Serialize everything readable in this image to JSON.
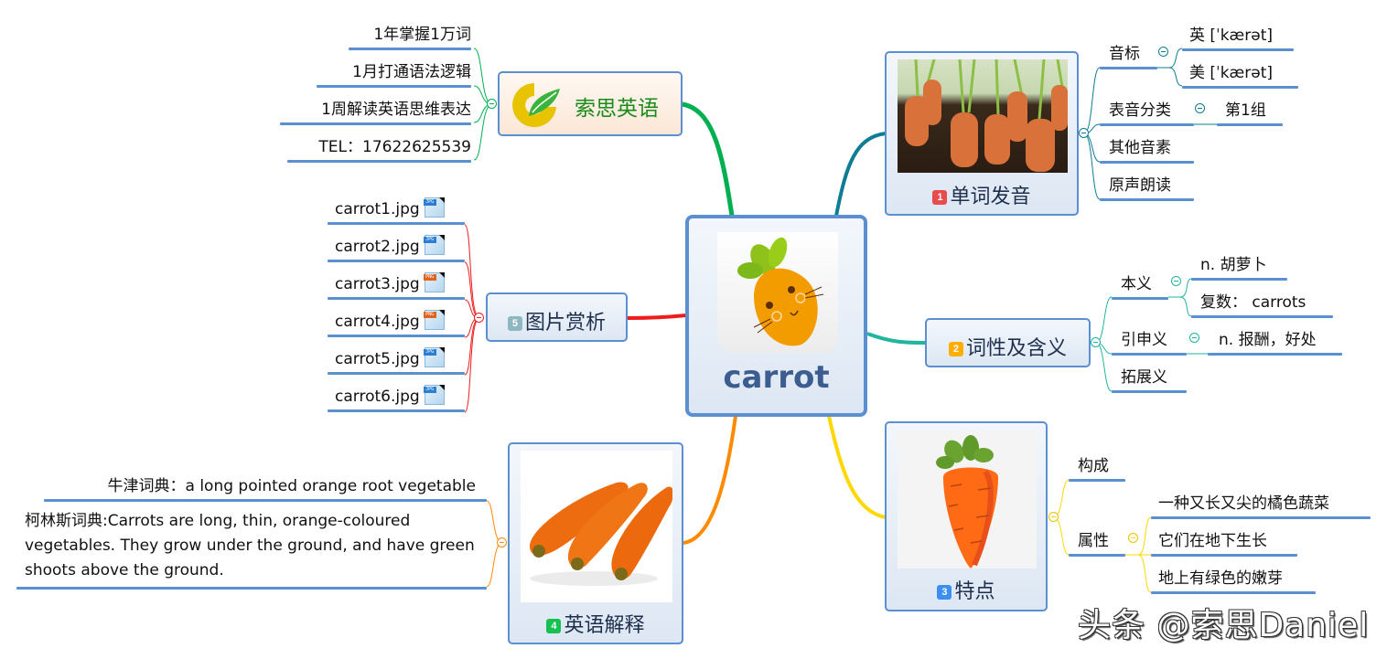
{
  "central": {
    "title": "carrot",
    "image": "cartoon-carrot-face"
  },
  "colors": {
    "node_border": "#5b8fd0",
    "branch_brand": "#00b050",
    "branch_1": "#0e7c94",
    "branch_2": "#1fb59e",
    "branch_3": "#ffd800",
    "branch_4": "#ff8a00",
    "branch_5": "#ee1c1c",
    "badge_1": "#e84c4c",
    "badge_2": "#ffae00",
    "badge_3": "#3b8ff0",
    "badge_4": "#14c151",
    "badge_5": "#8fb7c2",
    "brand_text": "#1a8a1a"
  },
  "brand": {
    "title": "索思英语",
    "icon": "brand-logo-leaf",
    "items": [
      "1年掌握1万词",
      "1月打通语法逻辑",
      "1周解读英语思维表达",
      "TEL：17622625539"
    ]
  },
  "topics": [
    {
      "num": "1",
      "title": "单词发音",
      "image": "carrots-in-soil-photo",
      "children": [
        {
          "label": "音标",
          "children": [
            "英 [ˈkærət]",
            "美 [ˈkærət]"
          ]
        },
        {
          "label": "表音分类",
          "children": [
            "第1组"
          ]
        },
        {
          "label": "其他音素"
        },
        {
          "label": "原声朗读"
        }
      ]
    },
    {
      "num": "2",
      "title": "词性及含义",
      "children": [
        {
          "label": "本义",
          "children": [
            "n. 胡萝卜",
            "复数： carrots"
          ]
        },
        {
          "label": "引申义",
          "children": [
            "n. 报酬，好处"
          ]
        },
        {
          "label": "拓展义"
        }
      ]
    },
    {
      "num": "3",
      "title": "特点",
      "image": "cartoon-carrot",
      "children": [
        {
          "label": "构成"
        },
        {
          "label": "属性",
          "children": [
            "一种又长又尖的橘色蔬菜",
            "它们在地下生长",
            "地上有绿色的嫩芽"
          ]
        }
      ]
    },
    {
      "num": "4",
      "title": "英语解释",
      "image": "three-carrots-photo",
      "children": [
        {
          "label": "牛津词典：a long pointed orange root vegetable"
        },
        {
          "label": "柯林斯词典:Carrots are long, thin, orange-coloured vegetables. They grow under the ground, and have green shoots above the ground."
        }
      ]
    },
    {
      "num": "5",
      "title": "图片赏析",
      "children": [
        {
          "label": "carrot1.jpg",
          "icon": "JPG"
        },
        {
          "label": "carrot2.jpg",
          "icon": "JPG"
        },
        {
          "label": "carrot3.jpg",
          "icon": "PNG"
        },
        {
          "label": "carrot4.jpg",
          "icon": "PNG"
        },
        {
          "label": "carrot5.jpg",
          "icon": "JPG"
        },
        {
          "label": "carrot6.jpg",
          "icon": "JPG"
        }
      ]
    }
  ],
  "watermark": "头条 @索思Daniel"
}
